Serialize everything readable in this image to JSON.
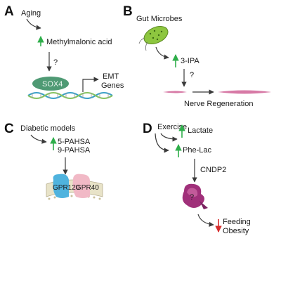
{
  "colors": {
    "arrow": "#3a3a3a",
    "up_arrow": "#2eae4a",
    "down_arrow": "#d62c2c",
    "sox4": "#4f9a74",
    "dna_a": "#3aa0c8",
    "dna_b": "#86c25f",
    "microbe": "#8dc63f",
    "nerve": "#d77aa6",
    "gpr120": "#4fb3de",
    "gpr40": "#f1b9c6",
    "membrane": "#e8e3c8",
    "cndp2": "#a0307a"
  },
  "panels": {
    "a": {
      "letter": "A",
      "aging": "Aging",
      "metabolite": "Methylmalonic acid",
      "question": "?",
      "sox4": "SOX4",
      "emt_line1": "EMT",
      "emt_line2": "Genes"
    },
    "b": {
      "letter": "B",
      "microbes": "Gut Microbes",
      "metabolite": "3-IPA",
      "question": "?",
      "outcome": "Nerve Regeneration"
    },
    "c": {
      "letter": "C",
      "models": "Diabetic models",
      "lipid1": "5-PAHSA",
      "lipid2": "9-PAHSA",
      "receptor1": "GPR120",
      "receptor2": "GPR40"
    },
    "d": {
      "letter": "D",
      "exercise": "Exercise",
      "lactate": "Lactate",
      "phe_lac": "Phe-Lac",
      "enzyme": "CNDP2",
      "question": "?",
      "outcome1": "Feeding",
      "outcome2": "Obesity"
    }
  }
}
